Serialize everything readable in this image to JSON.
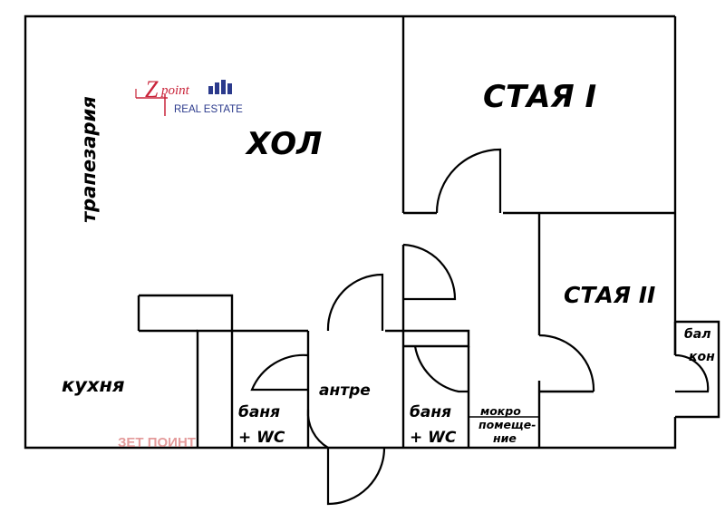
{
  "rooms": {
    "hol": "ХОЛ",
    "staya1": "СТАЯ I",
    "staya2": "СТАЯ II",
    "trapezaria": "трапезария",
    "kuhnya": "кухня",
    "antre": "антре",
    "banya1_line1": "баня",
    "banya1_line2": "+ WC",
    "banya2_line1": "баня",
    "banya2_line2": "+ WC",
    "mokro_line1": "мокро",
    "mokro_line2": "помеще-",
    "mokro_line3": "ние",
    "balkon_line1": "бал",
    "balkon_line2": "кон"
  },
  "logo": {
    "z": "Z",
    "point": "point",
    "subtitle": "REAL ESTATE"
  },
  "watermark": "ЗЕТ ПОИНТ",
  "colors": {
    "walls": "#000000",
    "background": "#ffffff",
    "logo_red": "#c9243a",
    "logo_blue": "#2b3a8c",
    "watermark": "#e08a8a"
  }
}
